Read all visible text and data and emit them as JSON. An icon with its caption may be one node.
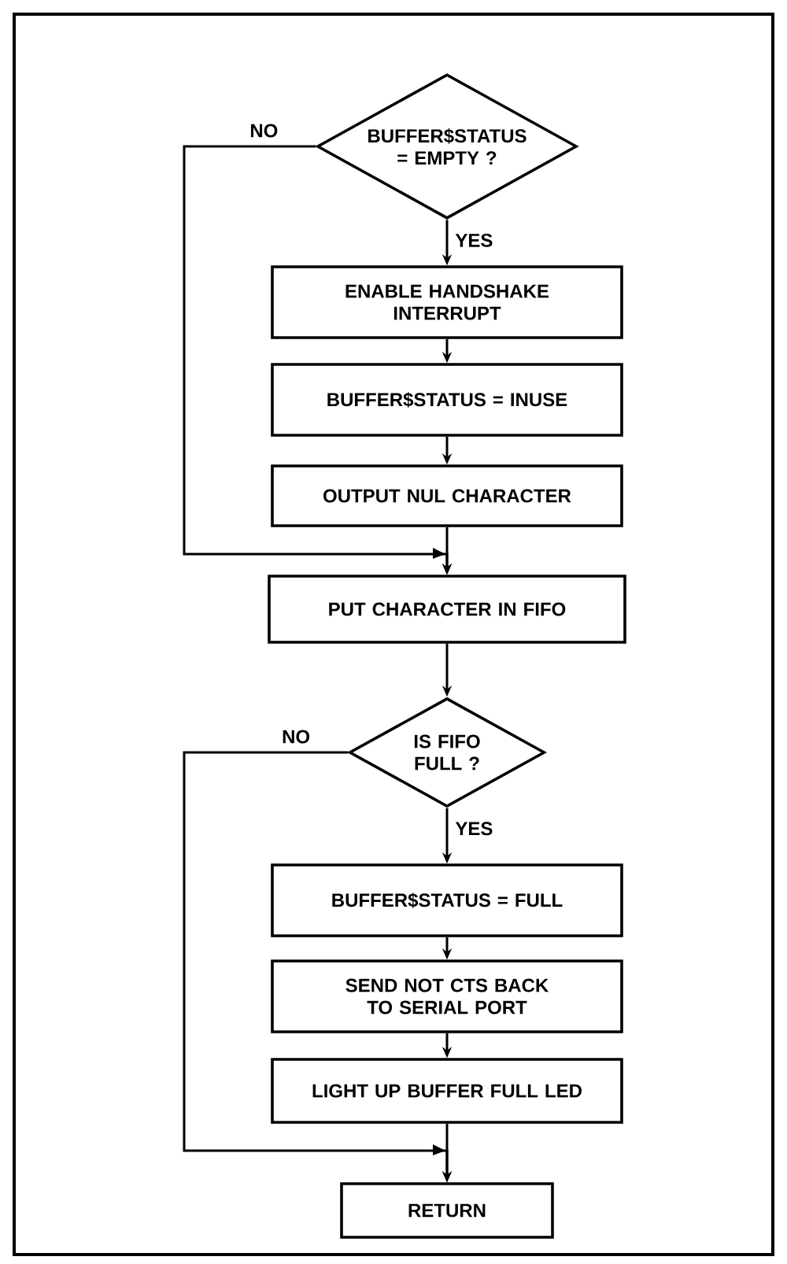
{
  "diagram": {
    "nodes": [
      {
        "text": [
          "BUFFER$STATUS = EMPTY ?"
        ]
      },
      {
        "text": [
          "ENABLE HANDSHAKE INTERRUPT"
        ]
      },
      {
        "text": [
          "BUFFER$STATUS = INUSE"
        ]
      },
      {
        "text": [
          "OUTPUT NUL CHARACTER"
        ]
      },
      {
        "text": [
          "PUT CHARACTER IN FIFO"
        ]
      },
      {
        "text": [
          "IS FIFO FULL ?"
        ]
      },
      {
        "text": [
          "BUFFER$STATUS = FULL"
        ]
      },
      {
        "text": [
          "SEND NOT CTS BACK TO SERIAL PORT"
        ]
      },
      {
        "text": [
          "LIGHT UP BUFFER FULL LED"
        ]
      },
      {
        "text": [
          "RETURN"
        ]
      }
    ],
    "edges": [
      {
        "from": 0,
        "to": 1,
        "arrow": "to",
        "label": "YES"
      },
      {
        "from": 1,
        "to": 2,
        "arrow": "to"
      },
      {
        "from": 2,
        "to": 3,
        "arrow": "to"
      },
      {
        "from": 3,
        "to": 4,
        "arrow": "to"
      },
      {
        "from": 0,
        "to": 4,
        "arrow": "to",
        "label": "NO"
      },
      {
        "from": 4,
        "to": 5,
        "arrow": "to"
      },
      {
        "from": 5,
        "to": 6,
        "arrow": "to",
        "label": "YES"
      },
      {
        "from": 6,
        "to": 7,
        "arrow": "to"
      },
      {
        "from": 7,
        "to": 8,
        "arrow": "to"
      },
      {
        "from": 8,
        "to": 9,
        "arrow": "to"
      },
      {
        "from": 5,
        "to": 9,
        "arrow": "to",
        "label": "NO"
      }
    ]
  }
}
